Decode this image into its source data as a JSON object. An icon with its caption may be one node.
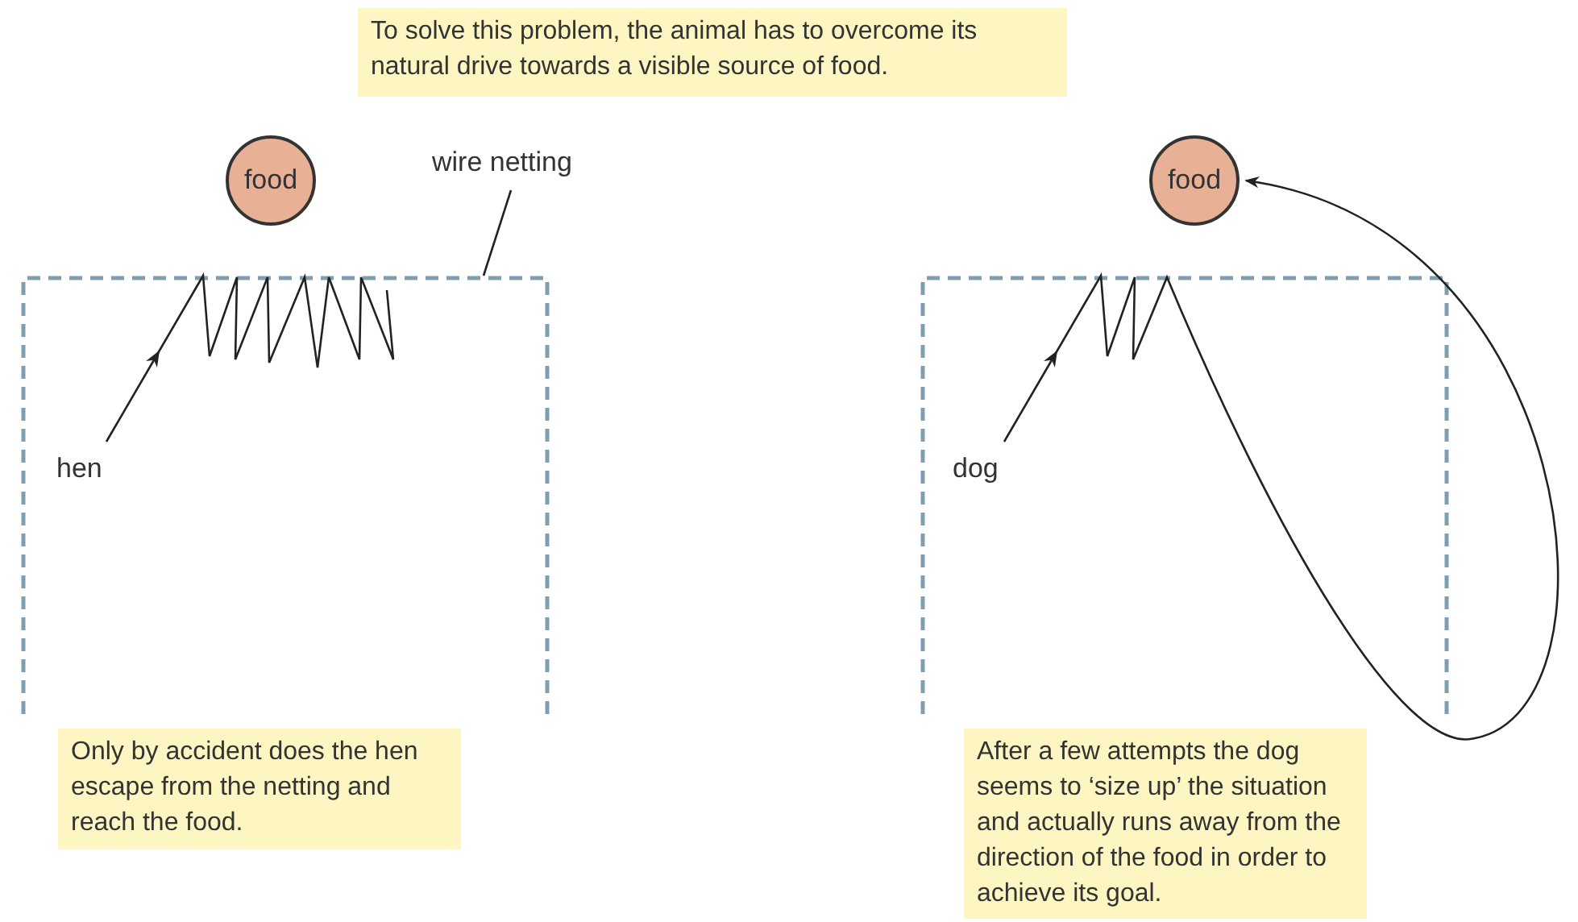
{
  "diagram": {
    "nodes": [
      {
        "text": [
          "To solve this problem, the animal has to overcome its natural drive towards a visible source of food."
        ]
      },
      {
        "text": [
          "food"
        ]
      },
      {
        "text": [
          "wire netting"
        ]
      },
      {
        "text": [],
        "shape": "box"
      },
      {
        "text": [
          "hen"
        ],
        "in": 3
      },
      {
        "text": [
          "Only by accident does the hen escape from the netting and reach the food."
        ]
      },
      {
        "text": [
          "food"
        ]
      },
      {
        "text": [],
        "shape": "box"
      },
      {
        "text": [
          "dog"
        ],
        "in": 7
      },
      {
        "text": [
          "After a few attempts the dog seems to ‘size up’ the situation and actually runs away from the direction of the food in order to achieve its goal."
        ]
      }
    ],
    "edges": [
      {
        "from": 2,
        "to": 3,
        "arrow": "none"
      },
      {
        "from": 4,
        "to": 3,
        "arrow": "to"
      },
      {
        "from": 8,
        "to": 6,
        "arrow": "to"
      }
    ]
  }
}
